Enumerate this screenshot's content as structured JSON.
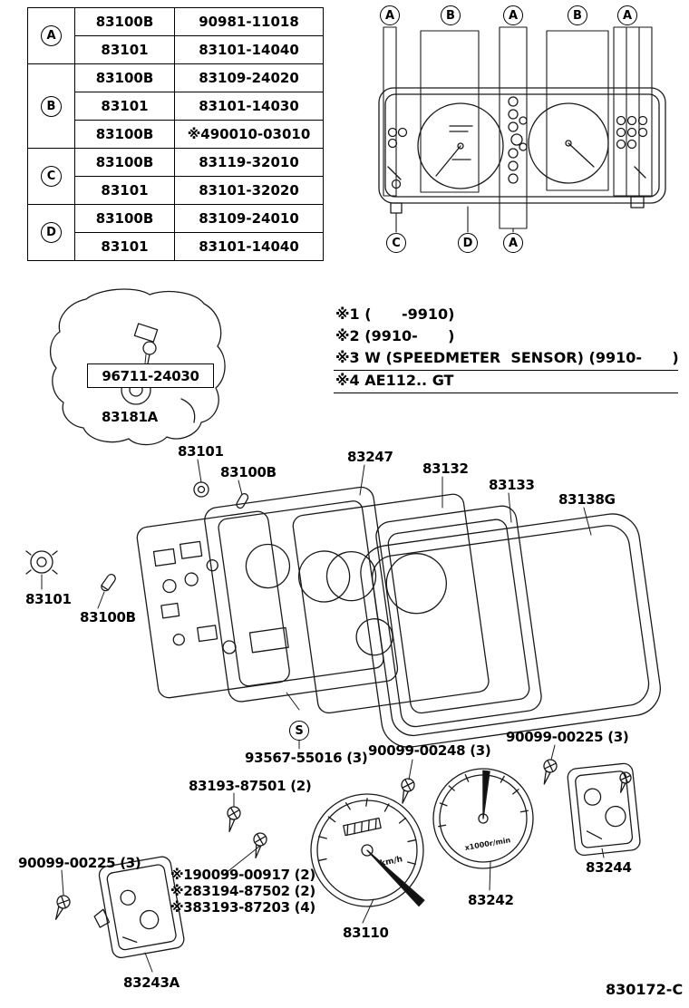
{
  "footer": {
    "code": "830172-C"
  },
  "app_table": {
    "groups": [
      {
        "key": "A",
        "rows": [
          {
            "part": "83100B",
            "number": "90981-11018"
          },
          {
            "part": "83101",
            "number": "83101-14040"
          }
        ]
      },
      {
        "key": "B",
        "rows": [
          {
            "part": "83100B",
            "number": "83109-24020"
          },
          {
            "part": "83101",
            "number": "83101-14030"
          },
          {
            "part": "83100B",
            "number": "※490010-03010"
          }
        ]
      },
      {
        "key": "C",
        "rows": [
          {
            "part": "83100B",
            "number": "83119-32010"
          },
          {
            "part": "83101",
            "number": "83101-32020"
          }
        ]
      },
      {
        "key": "D",
        "rows": [
          {
            "part": "83100B",
            "number": "83109-24010"
          },
          {
            "part": "83101",
            "number": "83101-14040"
          }
        ]
      }
    ]
  },
  "callouts": {
    "top": [
      "A",
      "B",
      "A",
      "B",
      "A"
    ],
    "bottom": [
      "C",
      "D",
      "A"
    ],
    "screw_marker": "S"
  },
  "notes": {
    "line1": "※1 (      -9910)",
    "line2": "※2 (9910-      )",
    "line3": "※3 W (SPEEDMETER  SENSOR) (9910-      )",
    "line4": "※4 AE112.. GT"
  },
  "part_labels": {
    "speed_sensor": "96711-24030",
    "sensor_assy": "83181A",
    "socket_top": "83101",
    "bulb_top": "83100B",
    "case_rear": "83247",
    "plate": "83132",
    "case_front": "83133",
    "glass": "83138G",
    "socket_left": "83101",
    "bulb_left": "83100B",
    "screw_s": "93567-55016 (3)",
    "screw_00248": "90099-00248 (3)",
    "screw_00225_right": "90099-00225 (3)",
    "screw_87501": "83193-87501 (2)",
    "screw_00225_left": "90099-00225 (3)",
    "ref1": "※190099-00917 (2)",
    "ref2": "※283194-87502 (2)",
    "ref3": "※383193-87203 (4)",
    "speedometer": "83110",
    "tachometer": "83242",
    "gauge_right": "83244",
    "gauge_left": "83243A"
  },
  "gauge_text": {
    "speed_unit": "km/h",
    "tach_unit": "x1000r/min"
  }
}
